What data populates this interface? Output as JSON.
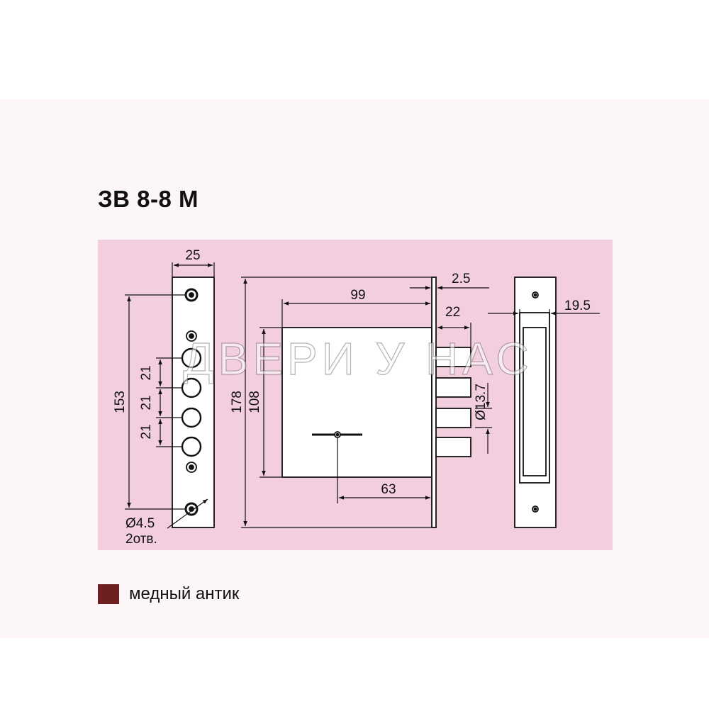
{
  "title": "ЗВ 8-8 М",
  "watermark": "ДВЕРИ У НАС",
  "legend": {
    "label": "медный антик",
    "color": "#6e1f1f"
  },
  "colors": {
    "panel": "#f3cede",
    "line": "#111111",
    "band": "#fdf6f8"
  },
  "dimensions": {
    "faceplate_width": "25",
    "hole_spacing": "21",
    "mount_holes_span": "153",
    "screw_diameter": "Ø4.5",
    "screw_count": "2отв.",
    "total_height": "178",
    "case_height": "108",
    "backset": "99",
    "faceplate_thickness": "2.5",
    "bolt_projection": "22",
    "key_offset": "63",
    "bolt_diameter": "Ø13.7",
    "strike_depth": "19.5"
  }
}
